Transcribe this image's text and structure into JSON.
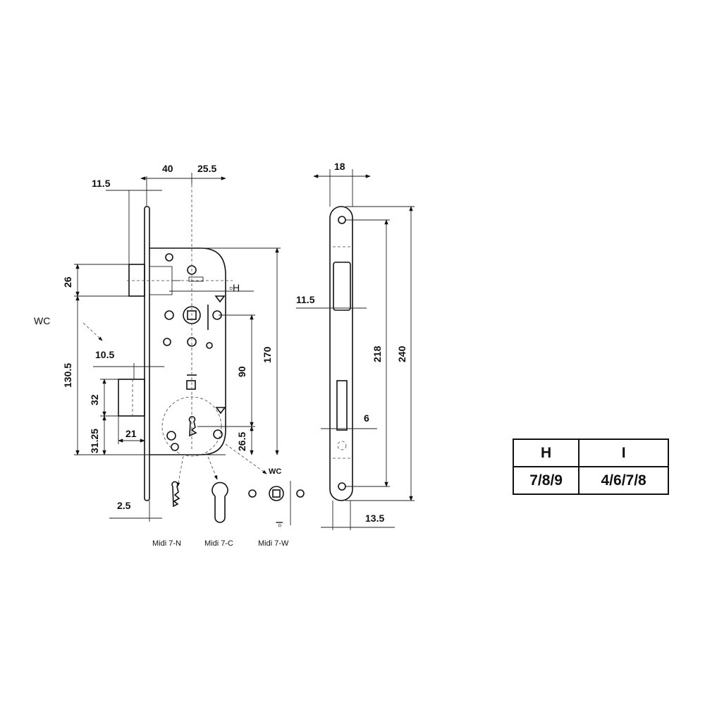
{
  "front_view": {
    "dims": {
      "backset_offset": "11.5",
      "case_depth": "40",
      "spindle_to_edge": "25.5",
      "latch_height": "26",
      "wc_label": "WC",
      "wc_distance": "10.5",
      "latch_to_bottom": "130.5",
      "bolt_height": "32",
      "bolt_to_bottom": "31.25",
      "bolt_throw": "21",
      "faceplate_thickness": "2.5",
      "center_distance": "90",
      "case_height": "170",
      "key_to_bottom": "26.5",
      "spindle_label": "▫H",
      "wc_variant_label": "WC",
      "wc_square_label": "▫I"
    },
    "variants": [
      "Midi 7-N",
      "Midi 7-C",
      "Midi 7-W"
    ]
  },
  "side_view": {
    "dims": {
      "faceplate_width": "18",
      "latch_offset": "11.5",
      "bolt_width": "6",
      "faceplate_bottom": "13.5",
      "hole_distance": "218",
      "faceplate_length": "240"
    }
  },
  "spec_table": {
    "headers": [
      "H",
      "I"
    ],
    "values": [
      "7/8/9",
      "4/6/7/8"
    ]
  }
}
